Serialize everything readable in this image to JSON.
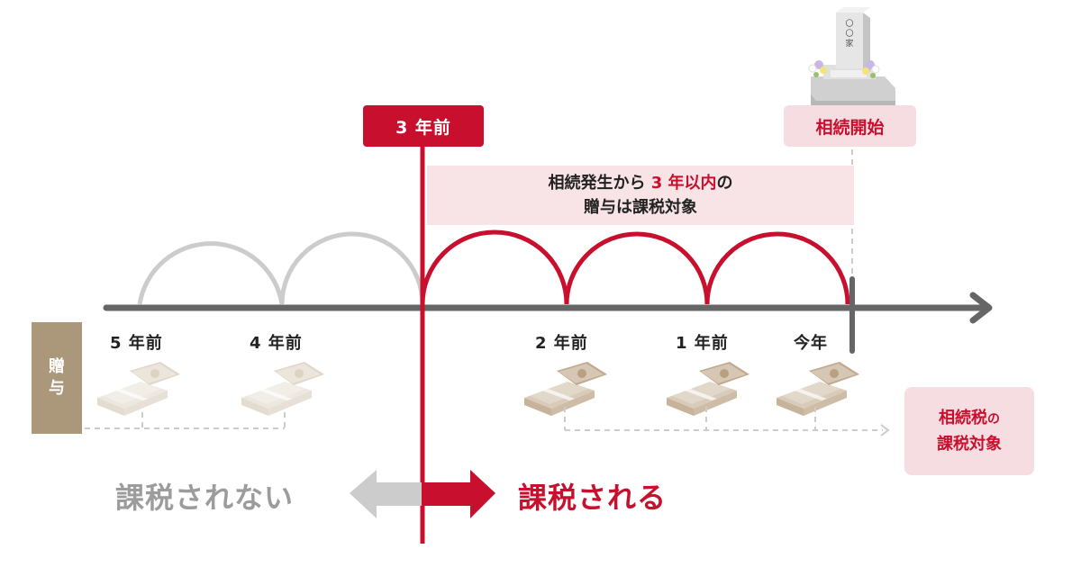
{
  "marker_3y": "3 年前",
  "inheritance_start": "相続開始",
  "period_note": {
    "line1_pre": "相続発生から ",
    "line1_hl": "3 年以内",
    "line1_post": "の",
    "line2": "贈与は課税対象"
  },
  "years": {
    "y5": "5 年前",
    "y4": "4 年前",
    "y2": "2 年前",
    "y1": "1 年前",
    "y0": "今年"
  },
  "gift_label": {
    "line1": "贈",
    "line2": "与"
  },
  "tax_target": {
    "pre": "相続税",
    "particle": "の",
    "line2": "課税対象"
  },
  "not_taxed": "課税されない",
  "taxed": "課税される",
  "gravestone_text": {
    "top": "〇",
    "mid": "〇",
    "bottom": "家"
  },
  "colors": {
    "red": "#c8102e",
    "grey": "#cccccc",
    "axis": "#666666",
    "gift_tan": "#ab9779",
    "pink_bg": "#f6dde1"
  }
}
